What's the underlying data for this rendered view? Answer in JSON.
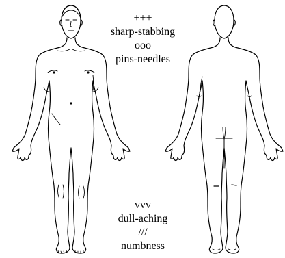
{
  "legend": {
    "sharp_stabbing": {
      "symbol": "+++",
      "label": "sharp-stabbing"
    },
    "pins_needles": {
      "symbol": "ooo",
      "label": "pins-needles"
    },
    "dull_aching": {
      "symbol": "vvv",
      "label": "dull-aching"
    },
    "numbness": {
      "symbol": "///",
      "label": "numbness"
    }
  },
  "colors": {
    "stroke": "#000000",
    "background": "#ffffff"
  }
}
